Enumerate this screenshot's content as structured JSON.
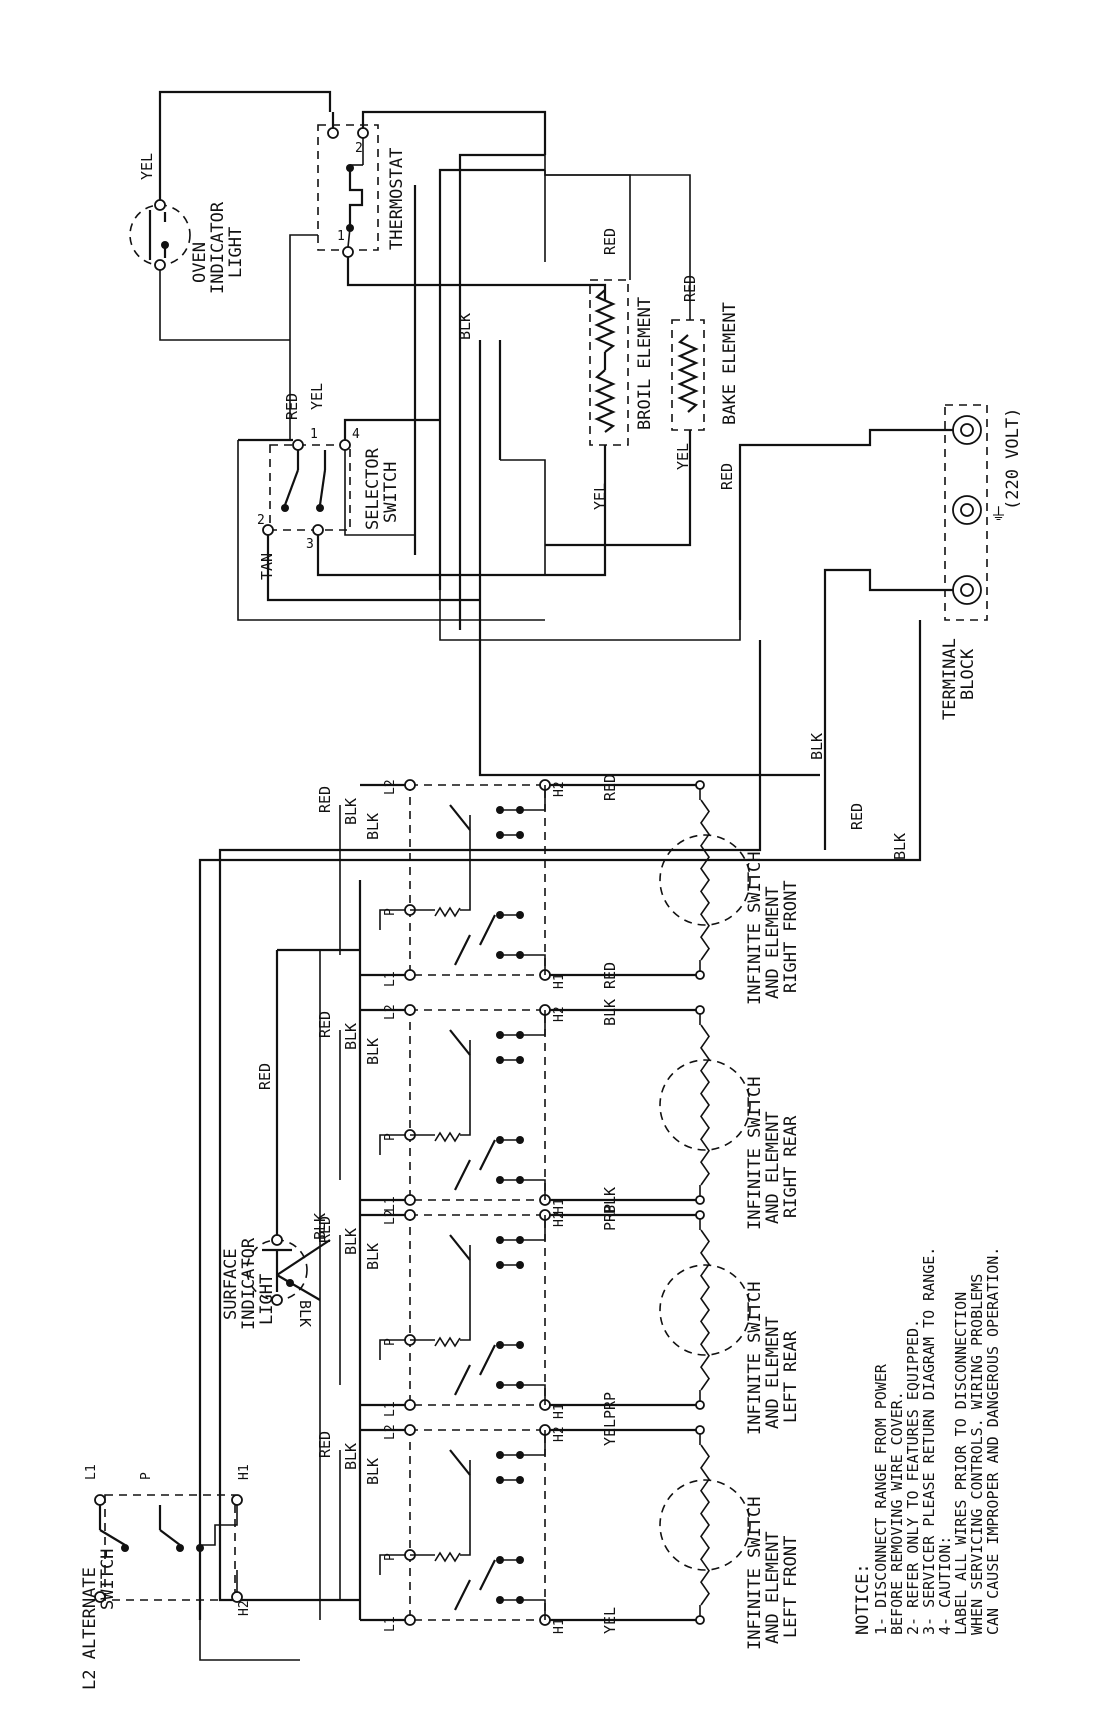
{
  "oven": {
    "indicator_light": [
      "OVEN",
      "INDICATOR",
      "LIGHT"
    ],
    "thermostat": "THERMOSTAT",
    "thermostat_pins": [
      "1",
      "2"
    ],
    "selector_switch": [
      "SELECTOR",
      "SWITCH"
    ],
    "selector_pins": [
      "1",
      "2",
      "3",
      "4"
    ],
    "broil_element": "BROIL ELEMENT",
    "bake_element": "BAKE ELEMENT",
    "terminal_block": [
      "TERMINAL",
      "BLOCK"
    ],
    "voltage": "(220 VOLT)",
    "ground_symbol": "⏚",
    "wires": {
      "yel_light": "YEL",
      "red_broil": "RED",
      "red_bake": "RED",
      "blk_mid": "BLK",
      "red_sel": "RED",
      "yel_sel": "YEL",
      "yel_broil": "YEL",
      "yel_bake": "YEL",
      "red_tb": "RED",
      "tan": "TAN",
      "blk_tb": "BLK",
      "red_main": "RED",
      "blk_main": "BLK"
    }
  },
  "surface": {
    "indicator_light": [
      "SURFACE",
      "INDICATOR",
      "LIGHT"
    ],
    "alternate_switch": [
      "L2 ALTERNATE",
      "SWITCH"
    ],
    "alt_terminals": [
      "L1",
      "P",
      "H1",
      "H2"
    ],
    "red_feed": "RED",
    "blk_tap": "BLK",
    "blk_tap2": "BLK",
    "switch_terminals": [
      "L1",
      "P",
      "L2",
      "H1",
      "H2"
    ],
    "switches": [
      {
        "label": [
          "INFINITE SWITCH",
          "AND ELEMENT",
          "LEFT FRONT"
        ],
        "wire": "YEL",
        "feed": [
          "RED",
          "BLK",
          "BLK"
        ]
      },
      {
        "label": [
          "INFINITE SWITCH",
          "AND ELEMENT",
          "LEFT REAR"
        ],
        "wire": "PRP",
        "feed": [
          "RED",
          "BLK",
          "BLK"
        ]
      },
      {
        "label": [
          "INFINITE SWITCH",
          "AND ELEMENT",
          "RIGHT REAR"
        ],
        "wire": "BLK",
        "feed": [
          "RED",
          "BLK",
          "BLK"
        ]
      },
      {
        "label": [
          "INFINITE SWITCH",
          "AND ELEMENT",
          "RIGHT FRONT"
        ],
        "wire": "RED",
        "feed": [
          "RED",
          "BLK",
          "BLK"
        ]
      }
    ]
  },
  "notice": {
    "title": "NOTICE:",
    "lines": [
      "1-  DISCONNECT RANGE FROM POWER",
      "     BEFORE REMOVING WIRE COVER.",
      "2-  REFER ONLY TO FEATURES EQUIPPED.",
      "3-  SERVICER PLEASE RETURN DIAGRAM TO RANGE.",
      "4-  CAUTION:",
      "     LABEL ALL WIRES PRIOR TO DISCONNECTION",
      "     WHEN SERVICING CONTROLS. WIRING PROBLEMS",
      "     CAN CAUSE IMPROPER AND DANGEROUS OPERATION."
    ]
  }
}
